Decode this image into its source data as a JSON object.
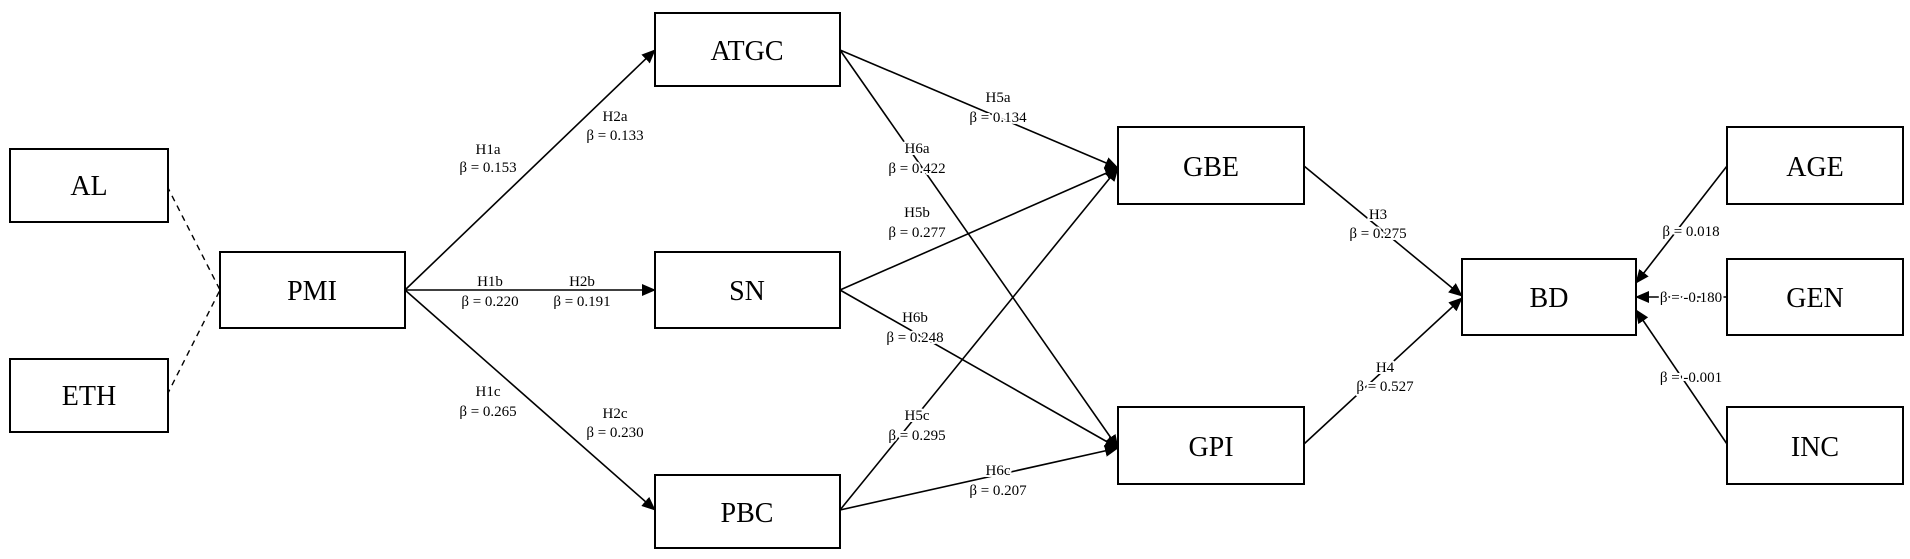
{
  "nodes": {
    "AL": "AL",
    "ETH": "ETH",
    "PMI": "PMI",
    "ATGC": "ATGC",
    "SN": "SN",
    "PBC": "PBC",
    "GBE": "GBE",
    "GPI": "GPI",
    "BD": "BD",
    "AGE": "AGE",
    "GEN": "GEN",
    "INC": "INC"
  },
  "edges": [
    {
      "id": "h1a",
      "from": "PMI",
      "to": "ATGC",
      "hypothesis": "H1a",
      "beta": "β = 0.153"
    },
    {
      "id": "h2a",
      "from": "PMI",
      "to": "ATGC",
      "hypothesis": "H2a",
      "beta": "β = 0.133"
    },
    {
      "id": "h1b",
      "from": "PMI",
      "to": "SN",
      "hypothesis": "H1b",
      "beta": "β = 0.220"
    },
    {
      "id": "h2b",
      "from": "PMI",
      "to": "SN",
      "hypothesis": "H2b",
      "beta": "β = 0.191"
    },
    {
      "id": "h1c",
      "from": "PMI",
      "to": "PBC",
      "hypothesis": "H1c",
      "beta": "β = 0.265"
    },
    {
      "id": "h2c",
      "from": "PMI",
      "to": "PBC",
      "hypothesis": "H2c",
      "beta": "β = 0.230"
    },
    {
      "id": "h5a",
      "from": "ATGC",
      "to": "GBE",
      "hypothesis": "H5a",
      "beta": "β = 0.134"
    },
    {
      "id": "h6a",
      "from": "ATGC",
      "to": "GPI",
      "hypothesis": "H6a",
      "beta": "β = 0.422"
    },
    {
      "id": "h5b",
      "from": "SN",
      "to": "GBE",
      "hypothesis": "H5b",
      "beta": "β = 0.277"
    },
    {
      "id": "h6b",
      "from": "SN",
      "to": "GPI",
      "hypothesis": "H6b",
      "beta": "β = 0.248"
    },
    {
      "id": "h5c",
      "from": "PBC",
      "to": "GBE",
      "hypothesis": "H5c",
      "beta": "β = 0.295"
    },
    {
      "id": "h6c",
      "from": "PBC",
      "to": "GPI",
      "hypothesis": "H6c",
      "beta": "β = 0.207"
    },
    {
      "id": "h3",
      "from": "GBE",
      "to": "BD",
      "hypothesis": "H3",
      "beta": "β = 0.275"
    },
    {
      "id": "h4",
      "from": "GPI",
      "to": "BD",
      "hypothesis": "H4",
      "beta": "β = 0.527"
    },
    {
      "id": "age",
      "from": "AGE",
      "to": "BD",
      "hypothesis": "",
      "beta": "β = 0.018"
    },
    {
      "id": "gen",
      "from": "GEN",
      "to": "BD",
      "hypothesis": "",
      "beta": "β = -0.180"
    },
    {
      "id": "inc",
      "from": "INC",
      "to": "BD",
      "hypothesis": "",
      "beta": "β = -0.001"
    }
  ],
  "dashed_links": [
    {
      "from": "AL",
      "to": "PMI"
    },
    {
      "from": "ETH",
      "to": "PMI"
    }
  ]
}
